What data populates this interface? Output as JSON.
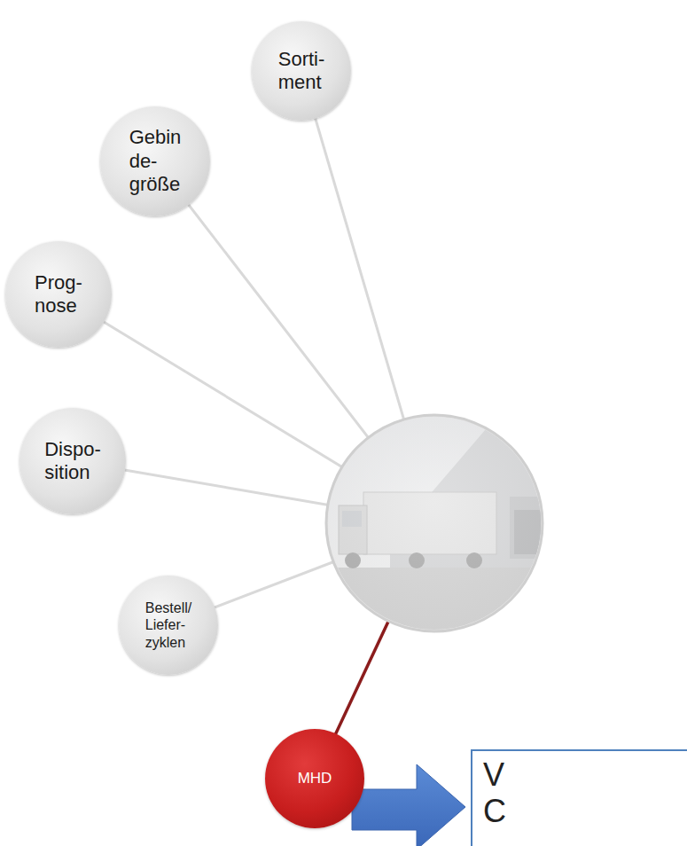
{
  "diagram": {
    "nodes": [
      {
        "text": [
          "Sorti- ment"
        ]
      },
      {
        "text": [
          "Gebin de- größe"
        ]
      },
      {
        "text": [
          "Prog- nose"
        ]
      },
      {
        "text": [
          "Dispo- sition"
        ]
      },
      {
        "text": [
          "Bestell/ Liefer- zyklen"
        ]
      },
      {
        "text": [
          "MHD"
        ]
      },
      {
        "text": [
          "V C"
        ]
      }
    ]
  }
}
